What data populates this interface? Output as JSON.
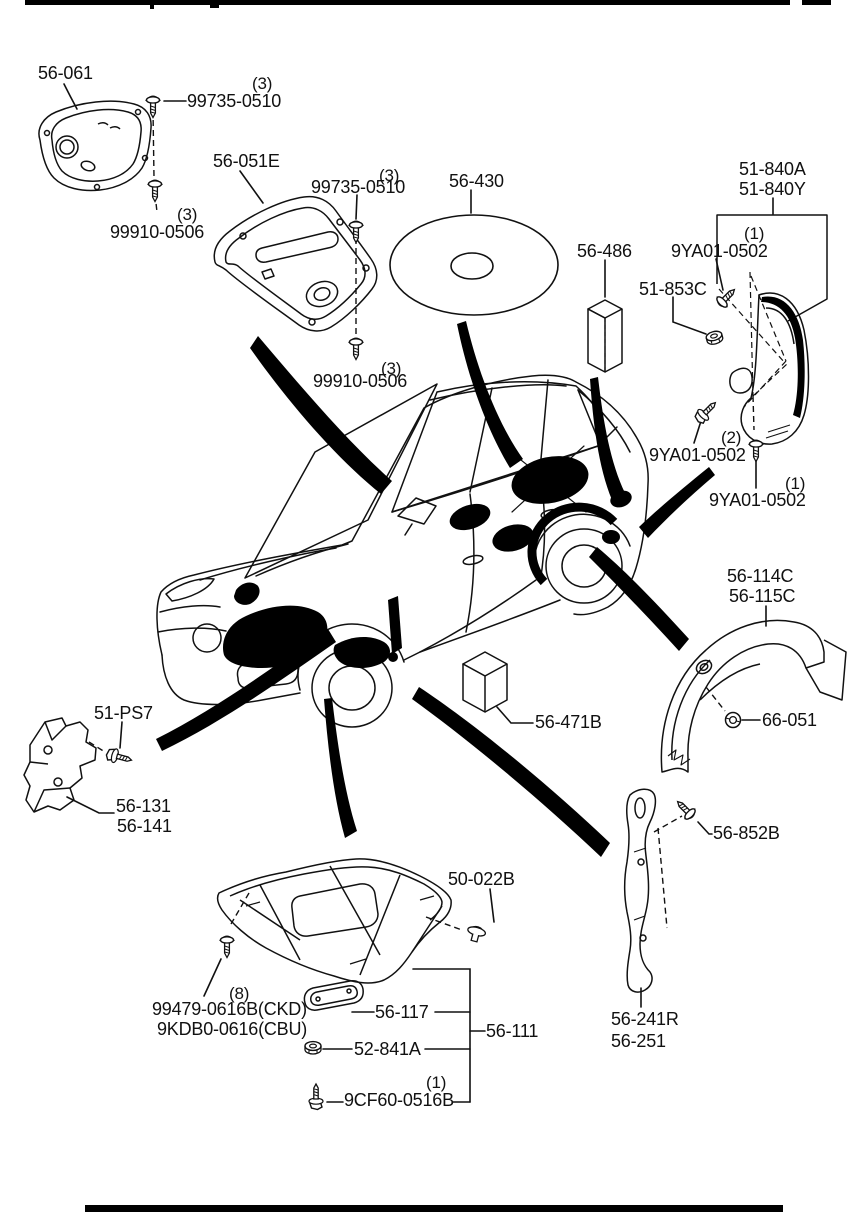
{
  "document": {
    "kind": "parts-diagram",
    "colors": {
      "line": "#111111",
      "background": "#ffffff",
      "fill_patch": "#000000"
    }
  },
  "labels": {
    "l56_061": "56-061",
    "l99735_0510": "99735-0510",
    "l99910_0506": "99910-0506",
    "l56_051E": "56-051E",
    "l56_430": "56-430",
    "l56_486": "56-486",
    "l51_840A": "51-840A",
    "l51_840Y": "51-840Y",
    "l9YA01_0502": "9YA01-0502",
    "l51_853C": "51-853C",
    "l56_114C": "56-114C",
    "l56_115C": "56-115C",
    "l66_051": "66-051",
    "l51_PS7": "51-PS7",
    "l56_131": "56-131",
    "l56_141": "56-141",
    "l56_471B": "56-471B",
    "l56_852B": "56-852B",
    "l56_241R": "56-241R",
    "l56_251": "56-251",
    "l50_022B": "50-022B",
    "l99479_0616B": "99479-0616B(CKD)",
    "l9KDB0_0616": "9KDB0-0616(CBU)",
    "l56_117": "56-117",
    "l56_111": "56-111",
    "l52_841A": "52-841A",
    "l9CF60_0516B": "9CF60-0516B"
  },
  "quantities": {
    "q1": "(1)",
    "q2": "(2)",
    "q3": "(3)",
    "q8": "(8)"
  },
  "parts": [
    {
      "part_no": "56-061"
    },
    {
      "part_no": "99735-0510",
      "qty": 3
    },
    {
      "part_no": "99910-0506",
      "qty": 3
    },
    {
      "part_no": "56-051E"
    },
    {
      "part_no": "99735-0510",
      "qty": 3
    },
    {
      "part_no": "99910-0506",
      "qty": 3
    },
    {
      "part_no": "56-430"
    },
    {
      "part_no": "56-486"
    },
    {
      "part_no": "51-840A"
    },
    {
      "part_no": "51-840Y"
    },
    {
      "part_no": "9YA01-0502",
      "qty": 1
    },
    {
      "part_no": "51-853C"
    },
    {
      "part_no": "9YA01-0502",
      "qty": 2
    },
    {
      "part_no": "9YA01-0502",
      "qty": 1
    },
    {
      "part_no": "56-114C"
    },
    {
      "part_no": "56-115C"
    },
    {
      "part_no": "66-051"
    },
    {
      "part_no": "51-PS7"
    },
    {
      "part_no": "56-131"
    },
    {
      "part_no": "56-141"
    },
    {
      "part_no": "56-471B"
    },
    {
      "part_no": "56-852B"
    },
    {
      "part_no": "56-241R"
    },
    {
      "part_no": "56-251"
    },
    {
      "part_no": "50-022B"
    },
    {
      "part_no": "99479-0616B(CKD)",
      "qty": 8
    },
    {
      "part_no": "9KDB0-0616(CBU)",
      "qty": 8
    },
    {
      "part_no": "56-117"
    },
    {
      "part_no": "56-111"
    },
    {
      "part_no": "52-841A"
    },
    {
      "part_no": "9CF60-0516B",
      "qty": 1
    }
  ],
  "icons": {
    "screw": "screw-icon",
    "bolt": "bolt-icon",
    "nut": "nut-icon",
    "grommet_nut": "grommet-nut-icon",
    "push_clip": "push-clip-icon"
  }
}
